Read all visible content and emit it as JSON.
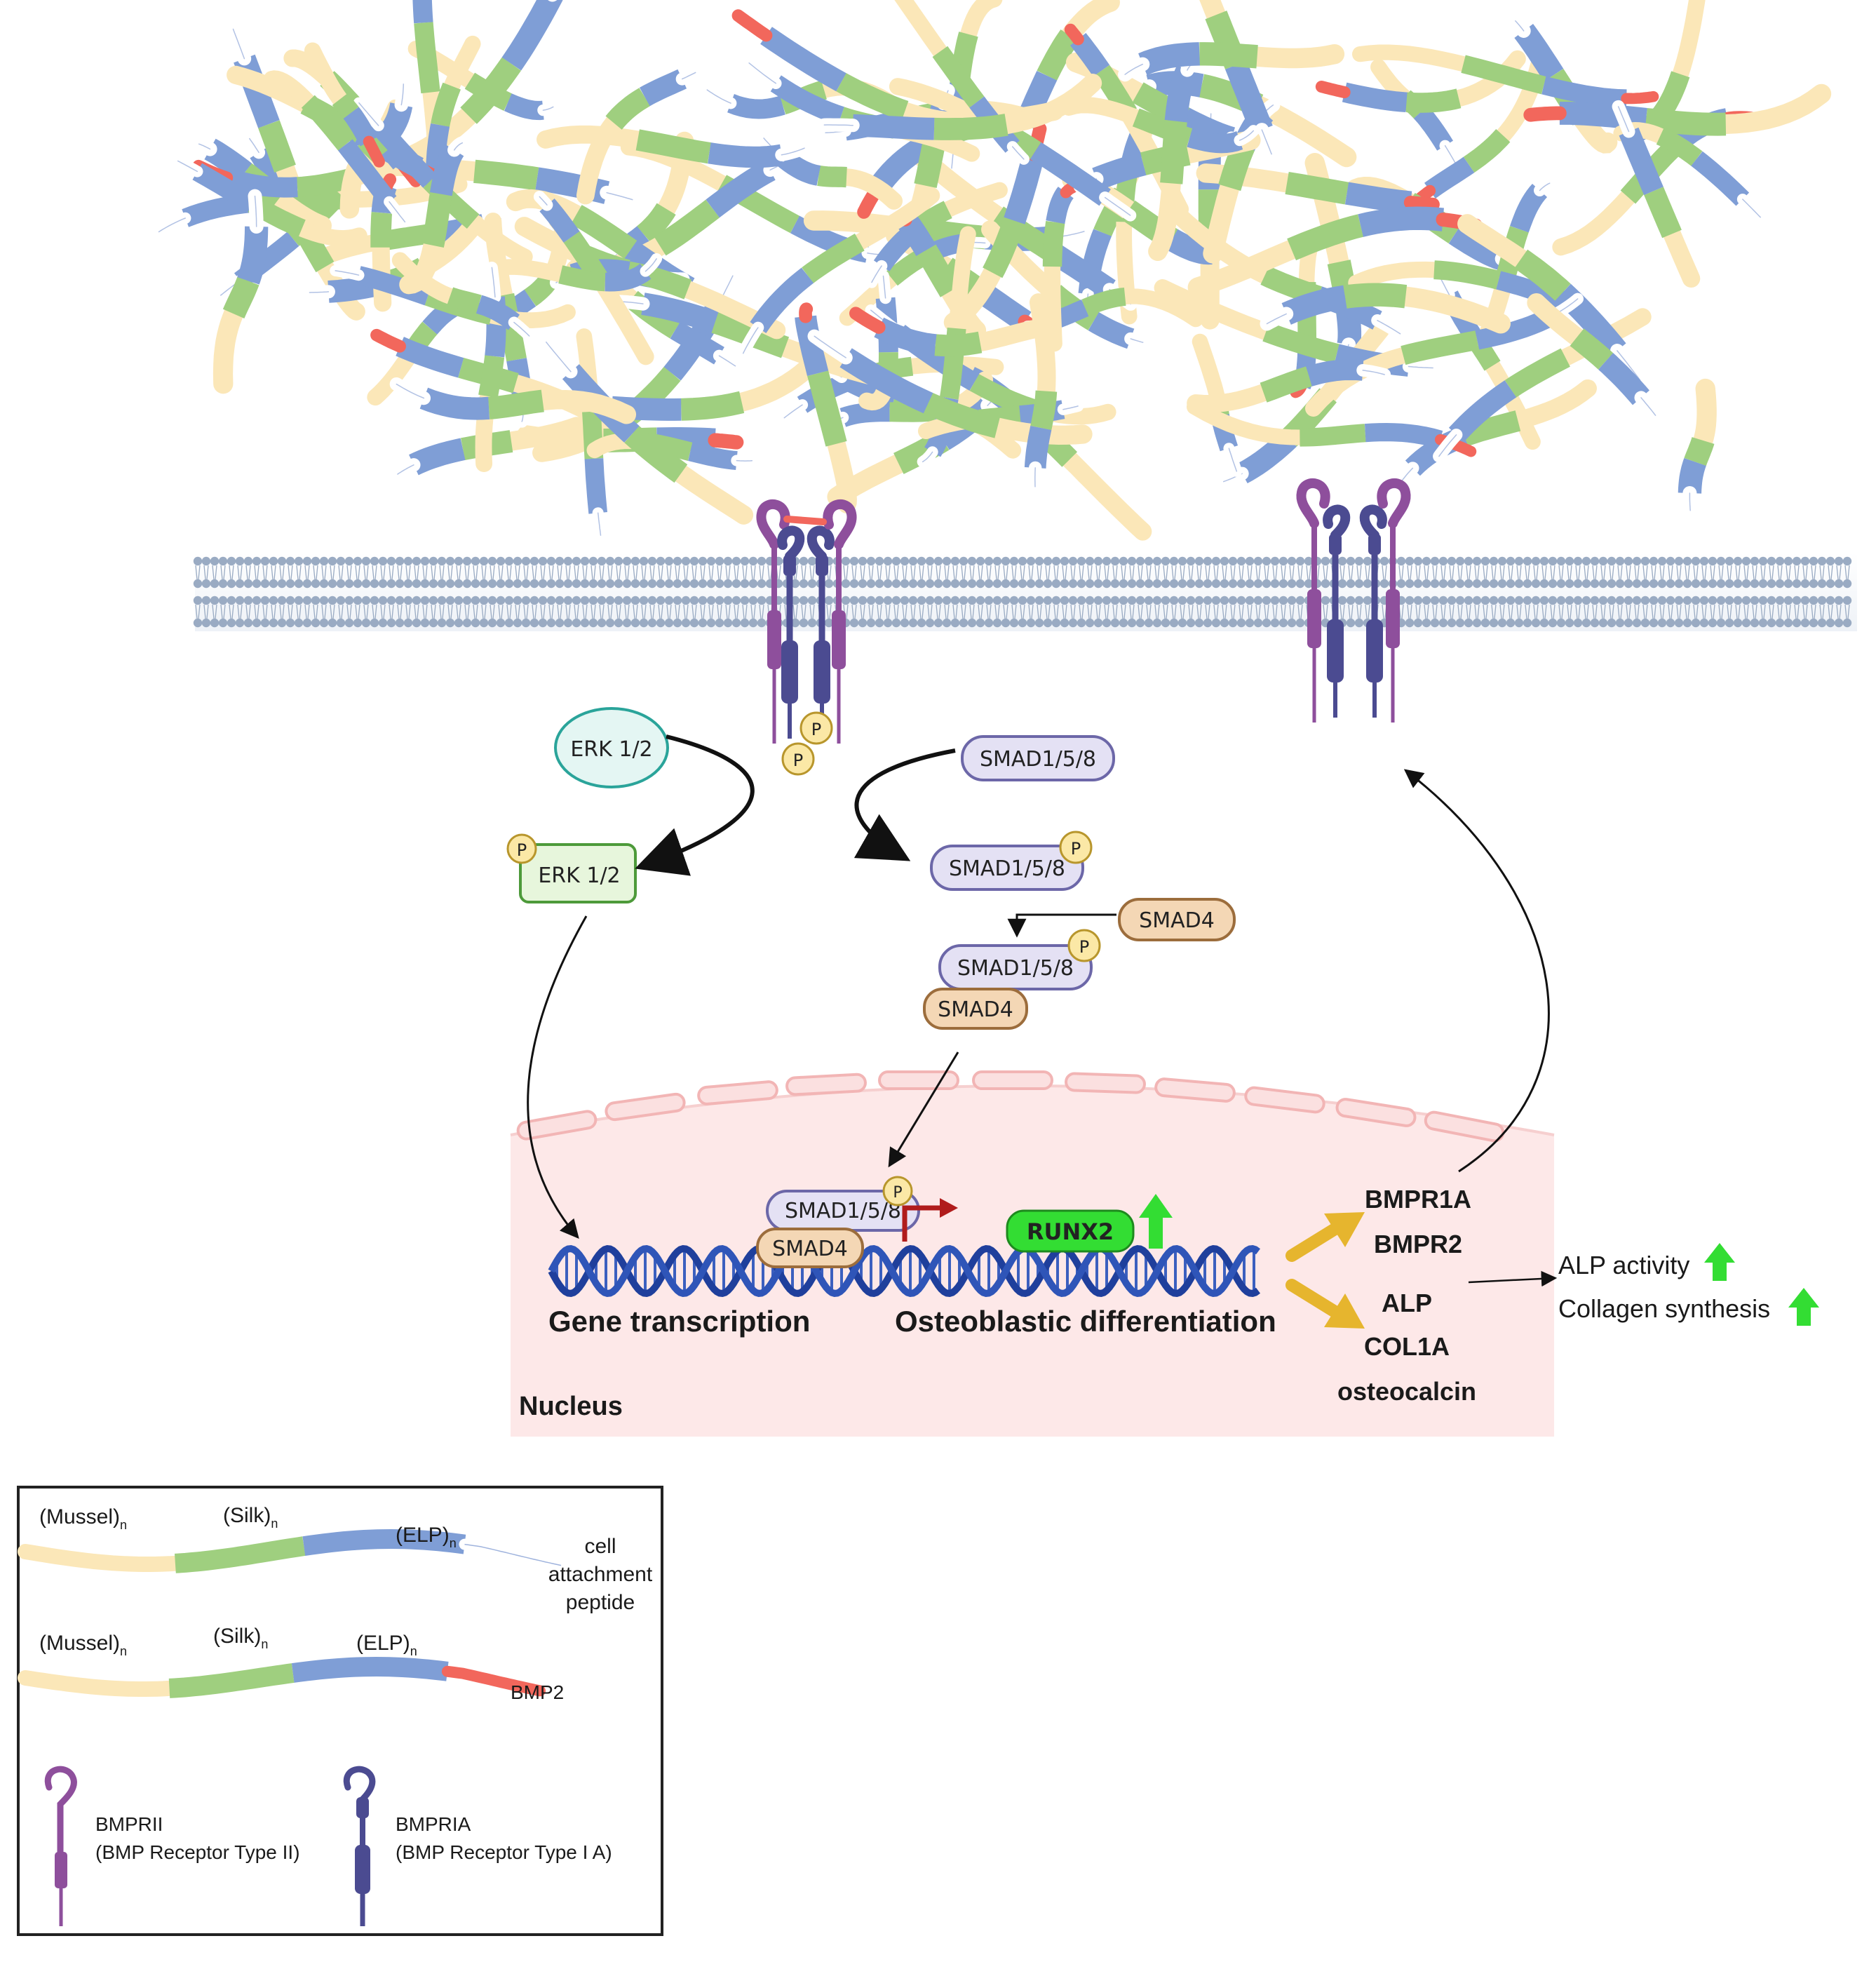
{
  "pathway": {
    "erk_free": "ERK 1/2",
    "erk_phospho": "ERK 1/2",
    "smad158_free": "SMAD1/5/8",
    "smad158_phospho": "SMAD1/5/8",
    "smad4_free": "SMAD4",
    "complex_smad158": "SMAD1/5/8",
    "complex_smad4": "SMAD4",
    "nuclear_smad158": "SMAD1/5/8",
    "nuclear_smad4": "SMAD4",
    "runx2": "RUNX2",
    "phospho_mark": "P"
  },
  "nucleus": {
    "label": "Nucleus",
    "gene_transcription": "Gene transcription",
    "osteoblastic": "Osteoblastic differentiation"
  },
  "targets": {
    "receptors": [
      "BMPR1A",
      "BMPR2"
    ],
    "markers": [
      "ALP",
      "COL1A",
      "osteocalcin"
    ]
  },
  "outcomes": [
    "ALP activity",
    "Collagen synthesis"
  ],
  "legend": {
    "row1": {
      "mussel": "(Mussel)",
      "silk": "(Silk)",
      "elp": "(ELP)",
      "sub": "n",
      "end": [
        "cell",
        "attachment",
        "peptide"
      ]
    },
    "row2": {
      "mussel": "(Mussel)",
      "silk": "(Silk)",
      "elp": "(ELP)",
      "sub": "n",
      "end": "BMP2"
    },
    "bmprii": {
      "name": "BMPRII",
      "desc": "(BMP Receptor Type II)"
    },
    "bmpria": {
      "name": "BMPRIA",
      "desc": "(BMP Receptor Type I A)"
    }
  },
  "colors": {
    "mussel": "#fbe7b8",
    "silk": "#9fcf7f",
    "elp": "#7f9ed6",
    "bmp2": "#f2675c",
    "bmprii": "#8e4f9c",
    "bmpria": "#4b4b91",
    "nucleus_fill": "#fde8e8",
    "membrane": "#9aabc3",
    "dna": "#1f3f9c",
    "up_arrow": "#33dd33",
    "runx2": "#33dd33"
  }
}
